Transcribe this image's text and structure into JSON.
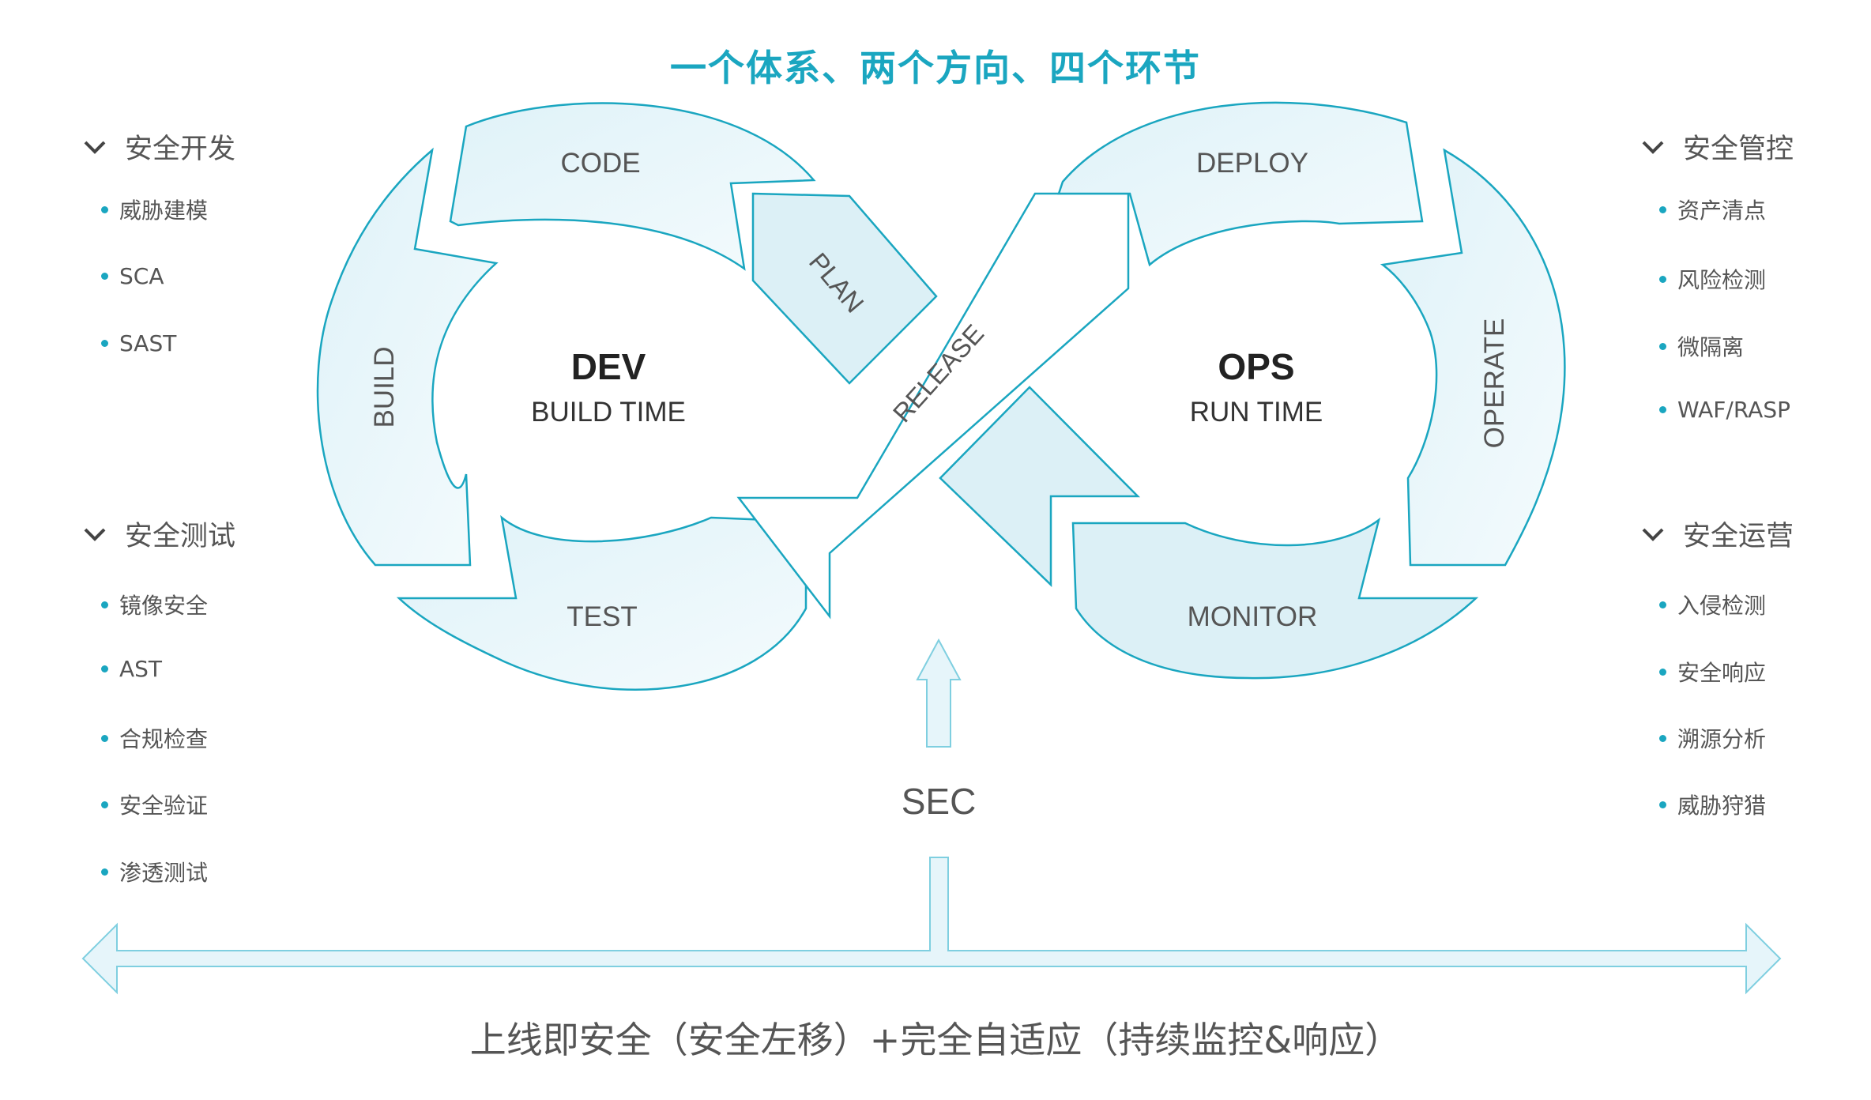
{
  "title": "一个体系、两个方向、四个环节",
  "left": {
    "dev_section": {
      "label": "安全开发",
      "items": [
        "威胁建模",
        "SCA",
        "SAST"
      ]
    },
    "test_section": {
      "label": "安全测试",
      "items": [
        "镜像安全",
        "AST",
        "合规检查",
        "安全验证",
        "渗透测试"
      ]
    }
  },
  "right": {
    "ops_section": {
      "label": "安全管控",
      "items": [
        "资产清点",
        "风险检测",
        "微隔离",
        "WAF/RASP"
      ]
    },
    "run_section": {
      "label": "安全运营",
      "items": [
        "入侵检测",
        "安全响应",
        "溯源分析",
        "威胁狩猎"
      ]
    }
  },
  "loop": {
    "code": "CODE",
    "build": "BUILD",
    "test": "TEST",
    "plan": "PLAN",
    "release": "RELEASE",
    "deploy": "DEPLOY",
    "operate": "OPERATE",
    "monitor": "MONITOR",
    "dev_title": "DEV",
    "dev_sub": "BUILD TIME",
    "ops_title": "OPS",
    "ops_sub": "RUN TIME"
  },
  "sec_label": "SEC",
  "bottom_text": "上线即安全（安全左移）+完全自适应（持续监控&响应）",
  "colors": {
    "accent": "#1aa6c0",
    "fill": "#e6f5fa",
    "text": "#555555"
  }
}
